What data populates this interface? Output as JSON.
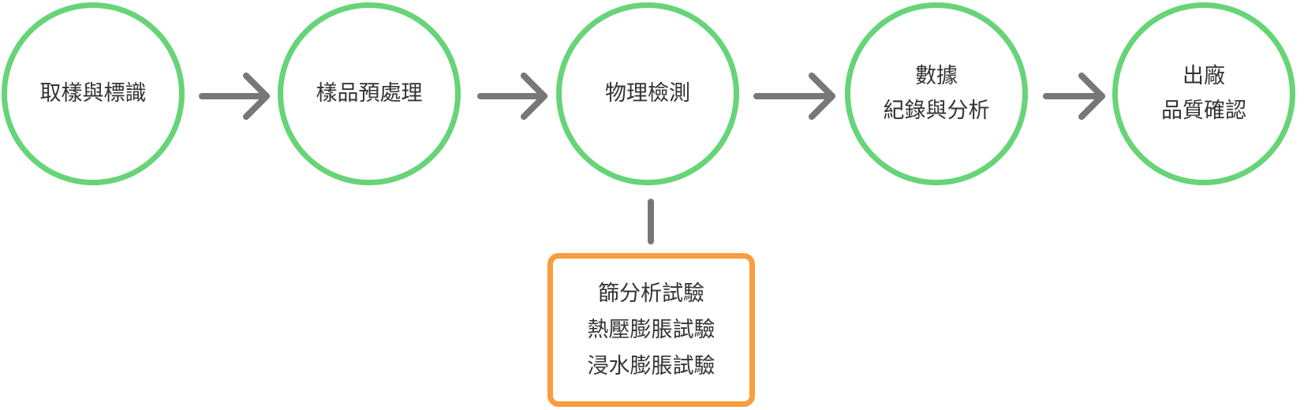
{
  "steps": [
    {
      "lines": [
        "取樣與標識"
      ]
    },
    {
      "lines": [
        "樣品預處理"
      ]
    },
    {
      "lines": [
        "物理檢測"
      ]
    },
    {
      "lines": [
        "數據",
        "紀錄與分析"
      ]
    },
    {
      "lines": [
        "出廠",
        "品質確認"
      ]
    }
  ],
  "tests": [
    "篩分析試驗",
    "熱壓膨脹試驗",
    "浸水膨脹試驗"
  ],
  "colors": {
    "step_border": "#66d477",
    "test_border": "#f99d3e",
    "arrow": "#777777",
    "text": "#333333"
  }
}
